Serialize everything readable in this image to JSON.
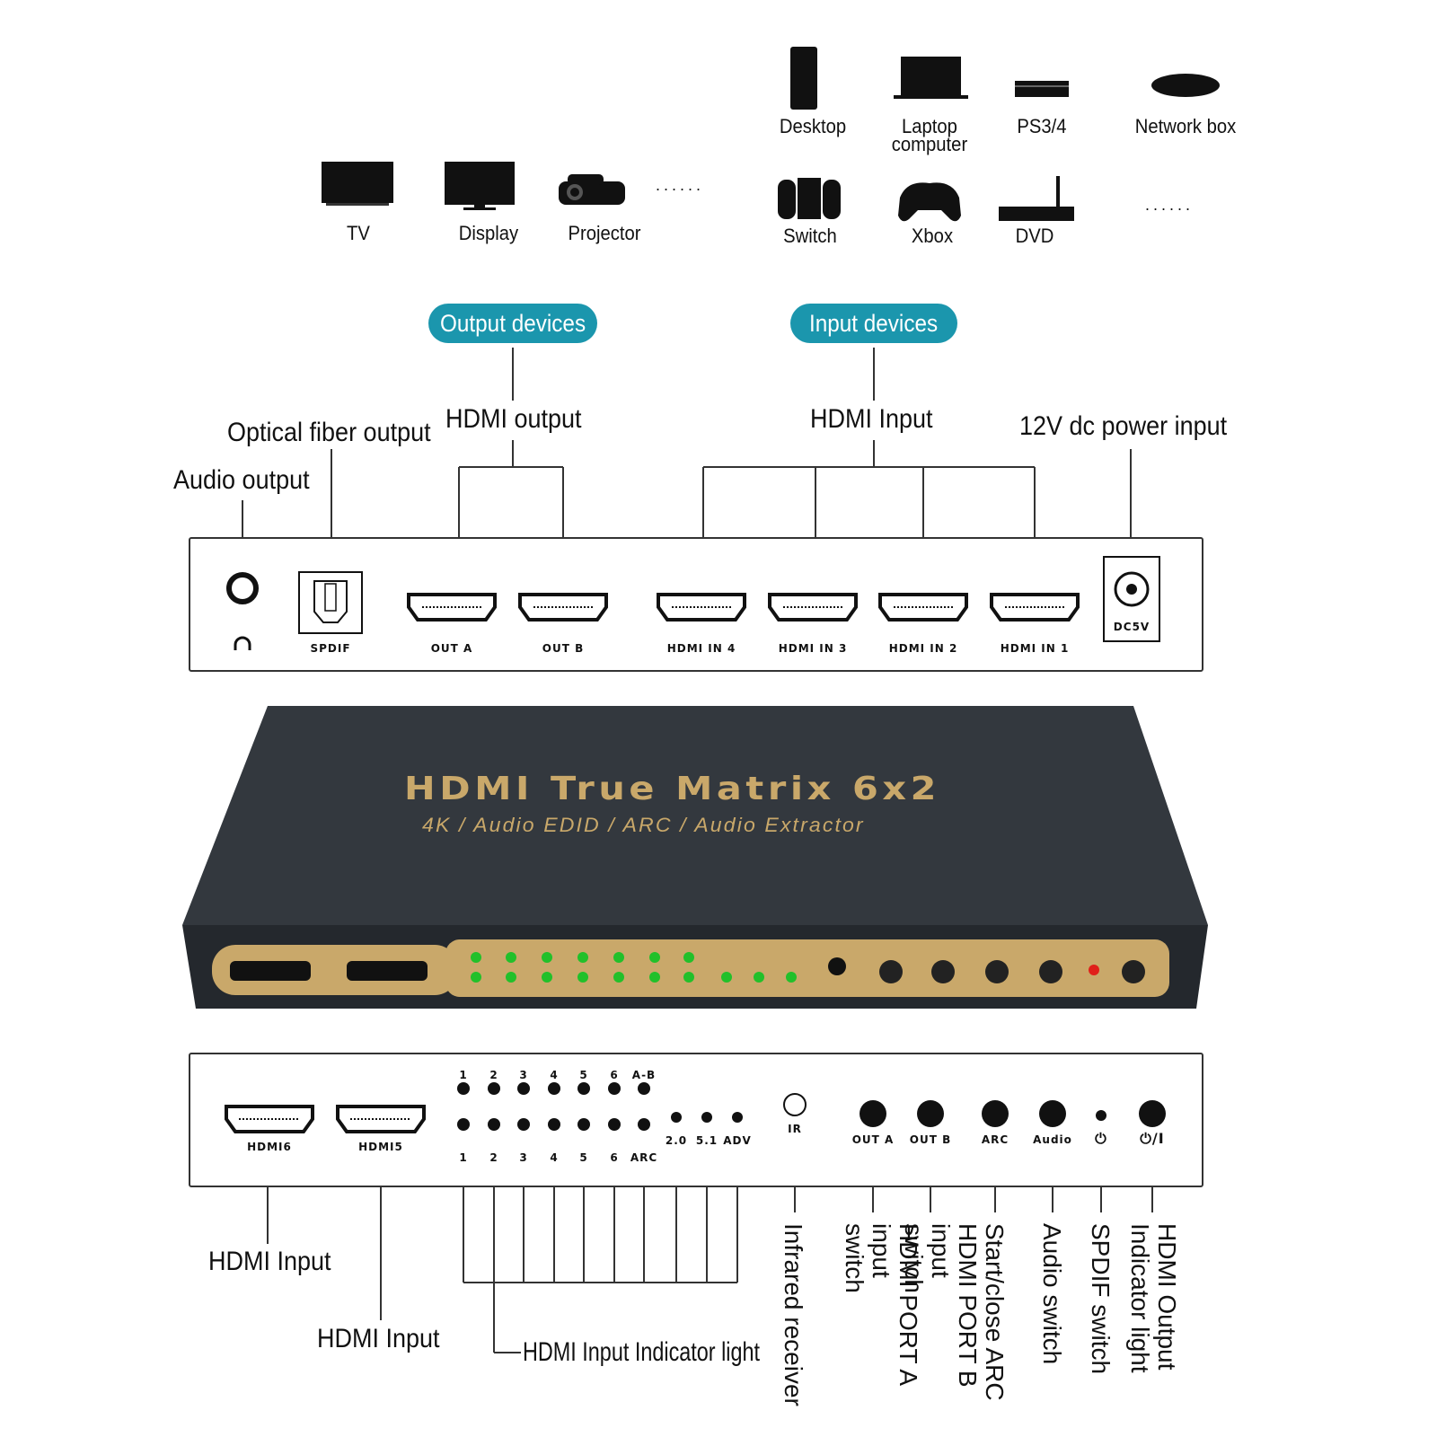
{
  "output_devices": [
    {
      "name": "TV",
      "icon": "tv-icon"
    },
    {
      "name": "Display",
      "icon": "monitor-icon"
    },
    {
      "name": "Projector",
      "icon": "projector-icon"
    }
  ],
  "input_devices_row1": [
    {
      "name": "Desktop",
      "icon": "desktop-tower-icon"
    },
    {
      "name": "Laptop computer",
      "icon": "laptop-icon"
    },
    {
      "name": "PS3/4",
      "icon": "console-icon"
    },
    {
      "name": "Network box",
      "icon": "network-box-icon"
    }
  ],
  "input_devices_row2": [
    {
      "name": "Switch",
      "icon": "switch-console-icon"
    },
    {
      "name": "Xbox",
      "icon": "gamepad-icon"
    },
    {
      "name": "DVD",
      "icon": "dvd-player-icon"
    }
  ],
  "ellipsis": "......",
  "groups": {
    "output": "Output devices",
    "input": "Input devices"
  },
  "rear": {
    "labels": {
      "audio_output": "Audio output",
      "optical": "Optical fiber output",
      "hdmi_output": "HDMI output",
      "hdmi_input": "HDMI Input",
      "power": "12V dc power input"
    },
    "ports": {
      "spdif": "SPDIF",
      "out_a": "OUT A",
      "out_b": "OUT B",
      "in4": "HDMI IN 4",
      "in3": "HDMI IN 3",
      "in2": "HDMI IN 2",
      "in1": "HDMI IN 1",
      "dc": "DC5V"
    }
  },
  "device": {
    "title": "HDMI True Matrix 6x2",
    "subtitle": "4K / Audio EDID / ARC / Audio Extractor"
  },
  "front": {
    "ports": {
      "hdmi6": "HDMI6",
      "hdmi5": "HDMI5"
    },
    "top_numbers": [
      "1",
      "2",
      "3",
      "4",
      "5",
      "6",
      "A-B"
    ],
    "bottom_numbers": [
      "1",
      "2",
      "3",
      "4",
      "5",
      "6",
      "ARC"
    ],
    "audio_modes": [
      "2.0",
      "5.1",
      "ADV"
    ],
    "ir": "IR",
    "buttons": [
      "OUT A",
      "OUT B",
      "ARC",
      "Audio"
    ],
    "power_symbol": "⏻",
    "power_symbol2": "⏻/I"
  },
  "callouts": {
    "hdmi_input_1": "HDMI Input",
    "hdmi_input_2": "HDMI Input",
    "indicator": "HDMI Input Indicator light",
    "infrared": "Infrared receiver",
    "port_a": "HDMI PORT A input\nswitch",
    "port_b": "HDMI PORT B input\nswitch",
    "arc": "Start/close ARC",
    "audio": "Audio switch",
    "spdif": "SPDIF switch",
    "output_light": "HDMI Output\nIndicator light"
  },
  "colors": {
    "pill": "#1b96ad",
    "led_green": "#22c02a",
    "led_red": "#e0201a",
    "gold": "#c9a86a",
    "device_body": "#2c3036"
  }
}
